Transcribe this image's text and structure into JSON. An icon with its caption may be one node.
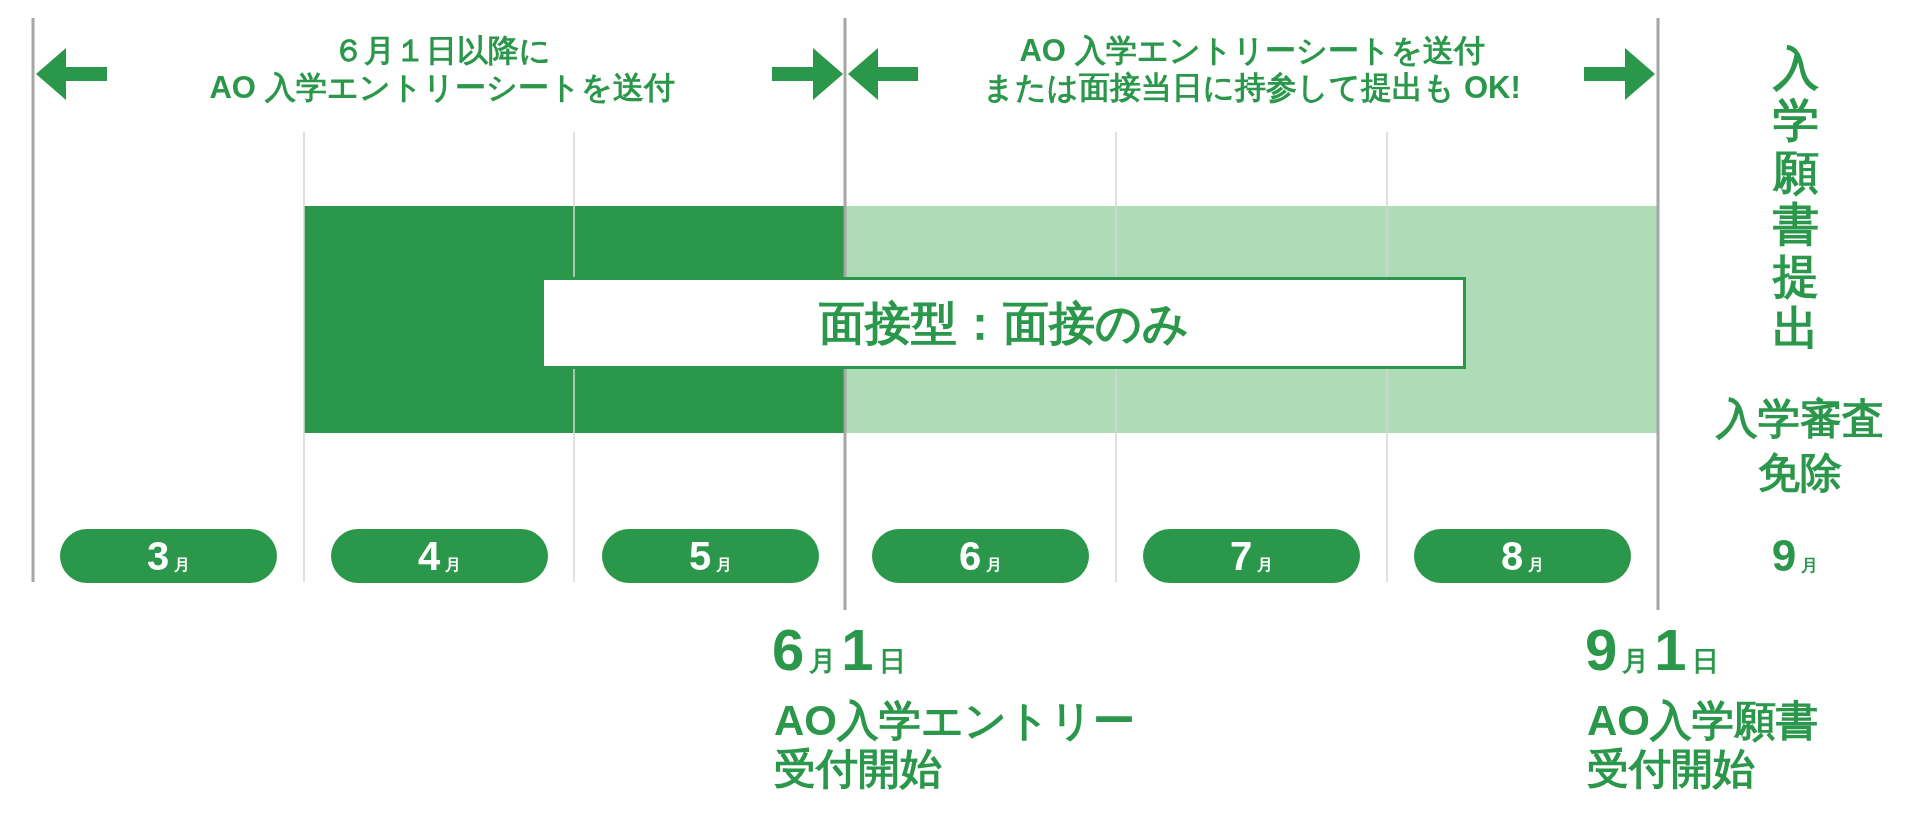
{
  "diagram": {
    "nodes": [
      {
        "text": [],
        "shape": "bar"
      },
      {
        "text": [
          "面接型：面接のみ"
        ],
        "in": 0
      },
      {
        "text": [
          "3月"
        ]
      },
      {
        "text": [
          "4月"
        ]
      },
      {
        "text": [
          "5月"
        ]
      },
      {
        "text": [
          "6月"
        ]
      },
      {
        "text": [
          "7月"
        ]
      },
      {
        "text": [
          "8月"
        ]
      }
    ],
    "labels": [
      "６月１日以降にAO 入学エントリーシートを送付",
      "AO 入学エントリーシートを送付または面接当日に持参して提出も OK!",
      "入学願書提出",
      "入学審査免除",
      "9月",
      "6月1日",
      "9月1日",
      "AO入学エントリー受付開始",
      "AO入学願書受付開始"
    ]
  }
}
